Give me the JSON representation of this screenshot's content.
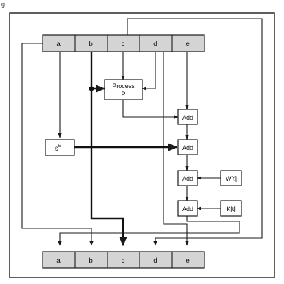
{
  "caption": "g",
  "input_words": [
    "a",
    "b",
    "c",
    "d",
    "e"
  ],
  "output_words": [
    "a",
    "b",
    "c",
    "d",
    "e"
  ],
  "process": {
    "line1": "Process",
    "line2": "P"
  },
  "shift": {
    "base": "s",
    "exponent": "5"
  },
  "adders": [
    "Add",
    "Add",
    "Add",
    "Add"
  ],
  "w_input": "W[t]",
  "k_input": "K[t]"
}
